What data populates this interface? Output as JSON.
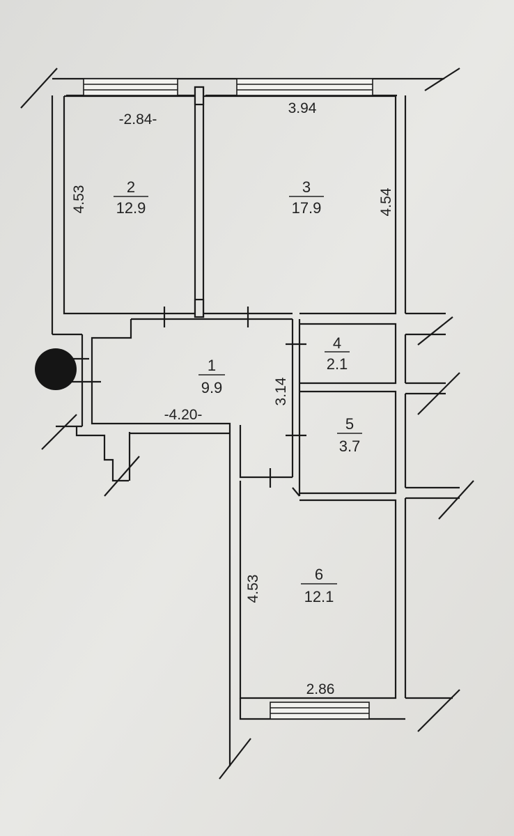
{
  "rooms": [
    {
      "number": "1",
      "area": "9.9"
    },
    {
      "number": "2",
      "area": "12.9"
    },
    {
      "number": "3",
      "area": "17.9"
    },
    {
      "number": "4",
      "area": "2.1"
    },
    {
      "number": "5",
      "area": "3.7"
    },
    {
      "number": "6",
      "area": "12.1"
    }
  ],
  "dimensions": {
    "room2_width": "-2.84-",
    "room2_height": "4.53",
    "room3_width": "3.94",
    "room3_height": "4.54",
    "room1_width": "-4.20-",
    "room1_height": "3.14",
    "room6_width": "2.86",
    "room6_height": "4.53"
  }
}
